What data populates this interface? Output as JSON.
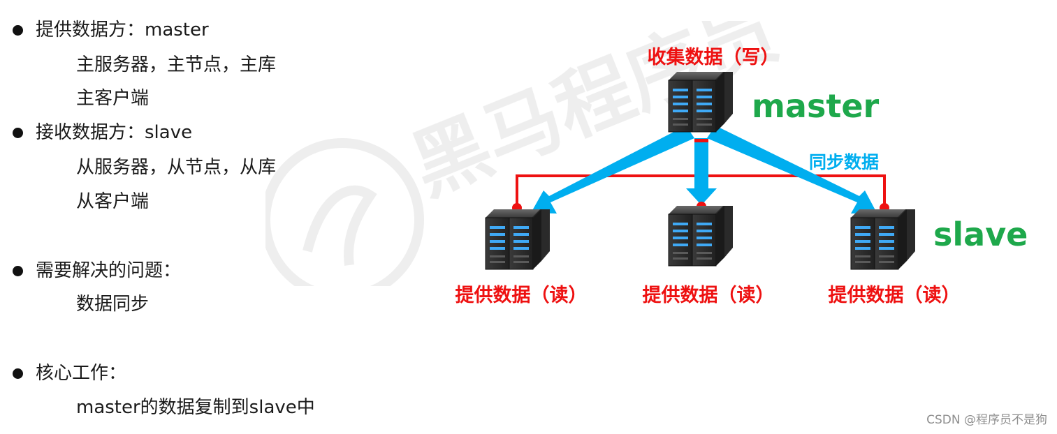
{
  "left": {
    "provider": {
      "title": "提供数据方：master",
      "items": [
        "主服务器，主节点，主库",
        "主客户端"
      ]
    },
    "receiver": {
      "title": "接收数据方：slave",
      "items": [
        "从服务器，从节点，从库",
        "从客户端"
      ]
    },
    "problem": {
      "title": "需要解决的问题：",
      "items": [
        "数据同步"
      ]
    },
    "core": {
      "title": "核心工作：",
      "items": [
        "master的数据复制到slave中"
      ]
    }
  },
  "diagram": {
    "collect_label": "收集数据（写）",
    "master_label": "master",
    "slave_label": "slave",
    "sync_label": "同步数据",
    "read_labels": [
      "提供数据（读）",
      "提供数据（读）",
      "提供数据（读）"
    ]
  },
  "watermark": "黑马程序员",
  "credit": "CSDN @程序员不是狗",
  "colors": {
    "red": "#ee1111",
    "green": "#1ea84b",
    "blue": "#00aeef"
  }
}
